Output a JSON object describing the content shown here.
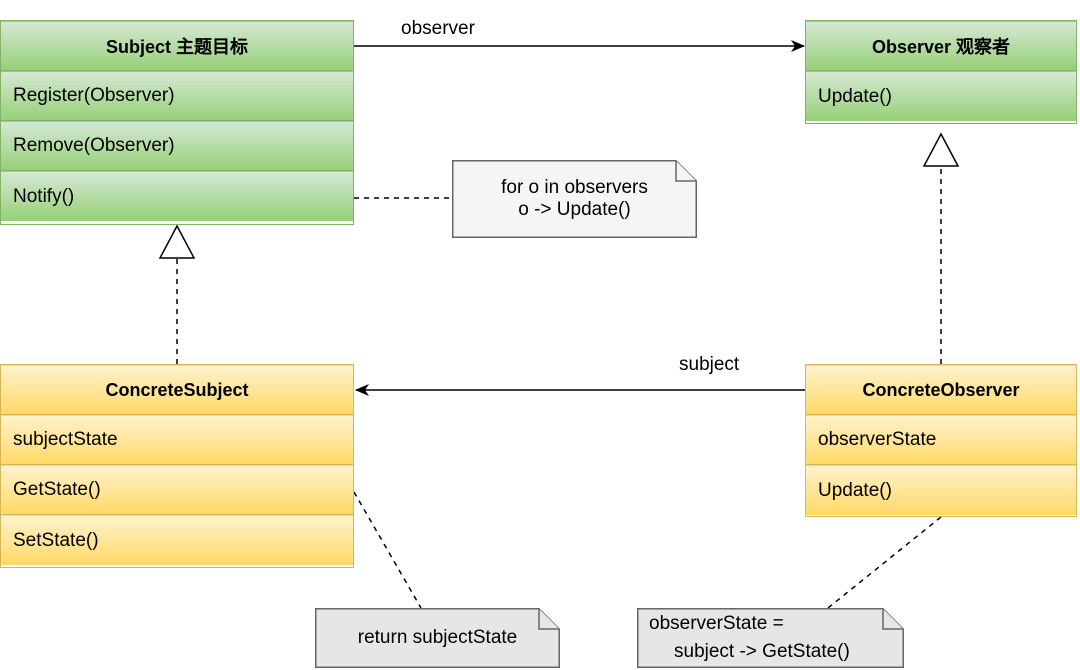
{
  "subject": {
    "title": "Subject 主题目标",
    "methods": [
      "Register(Observer)",
      "Remove(Observer)",
      "Notify()"
    ]
  },
  "observer": {
    "title": "Observer 观察者",
    "methods": [
      "Update()"
    ]
  },
  "concrete_subject": {
    "title": "ConcreteSubject",
    "members": [
      "subjectState",
      "GetState()",
      "SetState()"
    ]
  },
  "concrete_observer": {
    "title": "ConcreteObserver",
    "members": [
      "observerState",
      "Update()"
    ]
  },
  "edges": {
    "observer_label": "observer",
    "subject_label": "subject"
  },
  "notes": {
    "notify": [
      "for o in observers",
      "o -> Update()"
    ],
    "getstate": [
      "return subjectState"
    ],
    "update": [
      "observerState =",
      "subject -> GetState()"
    ]
  },
  "colors": {
    "green_fill": "#d5e8d4",
    "green_stroke": "#82b366",
    "yellow_fill": "#fff2cc",
    "yellow_stroke": "#d6b656",
    "note_fill": "#f5f5f5",
    "note_stroke": "#666666"
  }
}
